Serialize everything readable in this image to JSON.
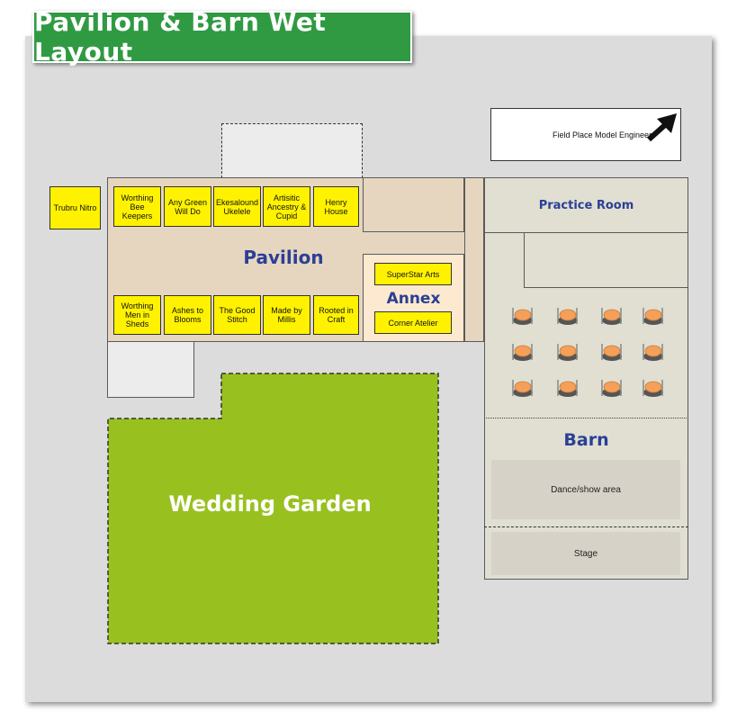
{
  "title": "Pavilion & Barn Wet Layout",
  "field_place": "Field Place Model Engineers",
  "areas": {
    "pavilion": "Pavilion",
    "annex": "Annex",
    "practice_room": "Practice Room",
    "barn": "Barn",
    "dance_area": "Dance/show area",
    "stage": "Stage",
    "wedding_garden": "Wedding Garden"
  },
  "stalls": {
    "trubru": "Trubru Nitro",
    "top_row": [
      "Worthing Bee Keepers",
      "Any Green Will Do",
      "Ekesalound Ukelele",
      "Artisitic Ancestry & Cupid",
      "Henry House"
    ],
    "bottom_row": [
      "Worthing Men in Sheds",
      "Ashes to Blooms",
      "The Good Stitch",
      "Made by Millis",
      "Rooted in Craft"
    ],
    "annex": [
      "SuperStar Arts",
      "Corner Atelier"
    ]
  },
  "icons": {
    "arrow": "north-east-arrow-icon",
    "table": "cafe-table-icon"
  },
  "colors": {
    "banner": "#2f9a42",
    "stall": "#fff200",
    "garden": "#98c11f",
    "label": "#2b3f95",
    "table_top": "#f4a05a"
  }
}
